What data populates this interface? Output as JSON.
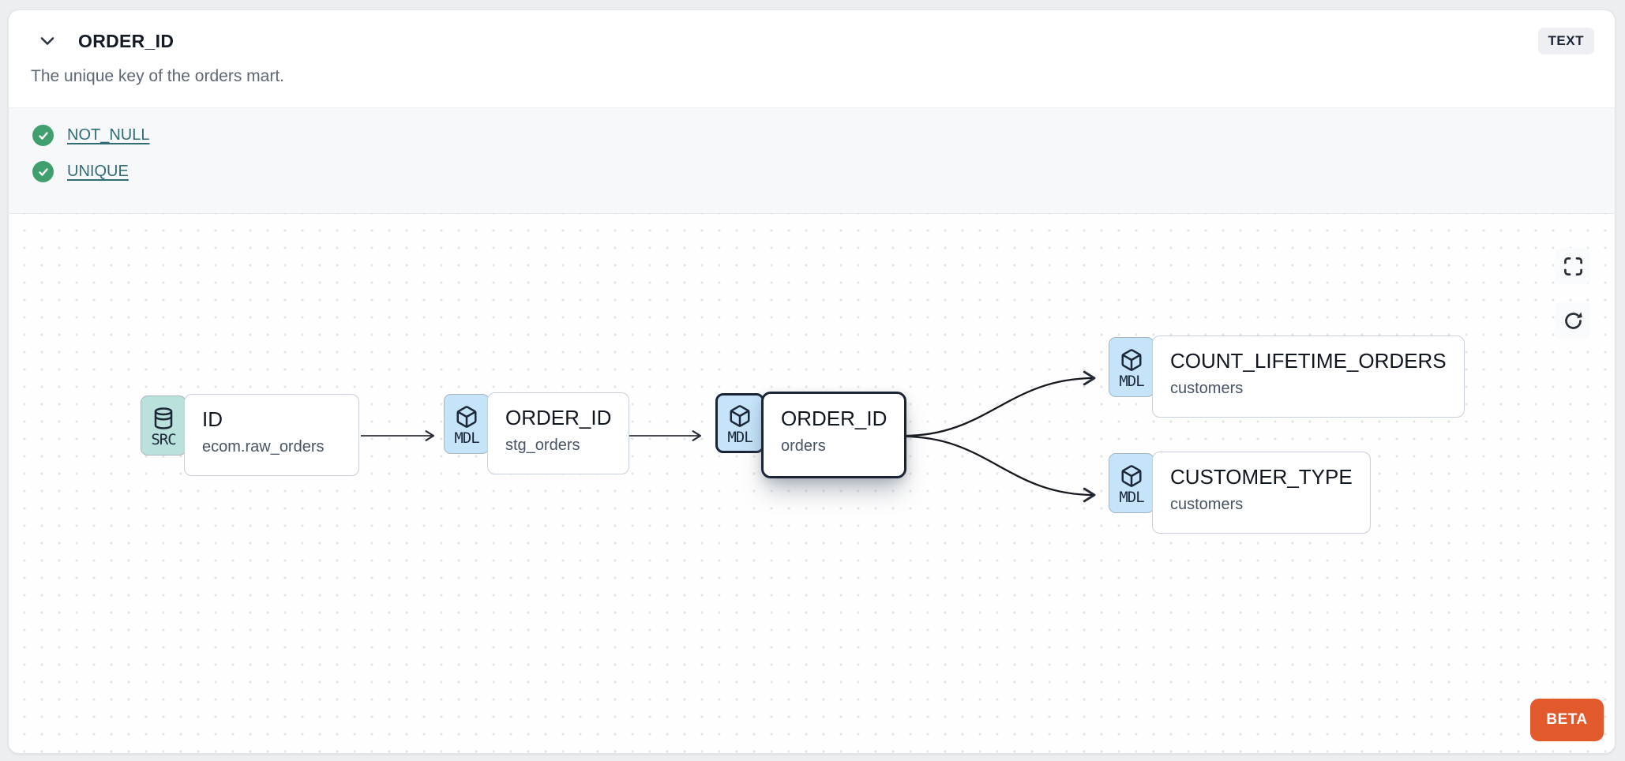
{
  "header": {
    "title": "ORDER_ID",
    "type_badge": "TEXT",
    "description": "The unique key of the orders mart."
  },
  "tests": {
    "items": [
      {
        "status": "pass",
        "label": "NOT_NULL"
      },
      {
        "status": "pass",
        "label": "UNIQUE"
      }
    ]
  },
  "lineage": {
    "nodes": [
      {
        "kind": "SRC",
        "icon": "database-icon",
        "title": "ID",
        "subtitle": "ecom.raw_orders",
        "selected": false
      },
      {
        "kind": "MDL",
        "icon": "cube-icon",
        "title": "ORDER_ID",
        "subtitle": "stg_orders",
        "selected": false
      },
      {
        "kind": "MDL",
        "icon": "cube-icon",
        "title": "ORDER_ID",
        "subtitle": "orders",
        "selected": true
      },
      {
        "kind": "MDL",
        "icon": "cube-icon",
        "title": "COUNT_LIFETIME_ORDERS",
        "subtitle": "customers",
        "selected": false
      },
      {
        "kind": "MDL",
        "icon": "cube-icon",
        "title": "CUSTOMER_TYPE",
        "subtitle": "customers",
        "selected": false
      }
    ],
    "edges": [
      {
        "from": "ID.ecom.raw_orders",
        "to": "ORDER_ID.stg_orders"
      },
      {
        "from": "ORDER_ID.stg_orders",
        "to": "ORDER_ID.orders"
      },
      {
        "from": "ORDER_ID.orders",
        "to": "COUNT_LIFETIME_ORDERS.customers"
      },
      {
        "from": "ORDER_ID.orders",
        "to": "CUSTOMER_TYPE.customers"
      }
    ],
    "beta_label": "BETA"
  },
  "colors": {
    "accent_orange": "#e2592b",
    "test_pass_green": "#3fa06d",
    "test_link_teal": "#2e6d78",
    "src_badge_teal": "#bbe1dc",
    "mdl_badge_blue": "#c5e4f9",
    "selected_border": "#1b2434"
  }
}
